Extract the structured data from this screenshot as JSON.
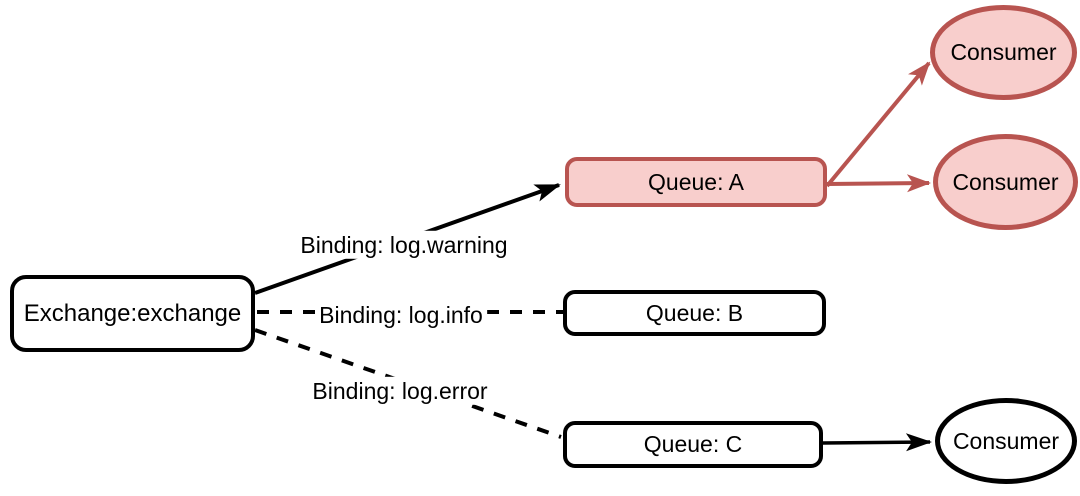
{
  "diagram": {
    "type": "message-broker-topology",
    "nodes": {
      "exchange": {
        "label": "Exchange:exchange",
        "shape": "rounded-rect",
        "fill": "#ffffff",
        "stroke": "#000000"
      },
      "queue_a": {
        "label": "Queue: A",
        "shape": "rounded-rect",
        "fill": "#f8cecc",
        "stroke": "#b85450",
        "highlighted": true
      },
      "queue_b": {
        "label": "Queue: B",
        "shape": "rounded-rect",
        "fill": "#ffffff",
        "stroke": "#000000"
      },
      "queue_c": {
        "label": "Queue: C",
        "shape": "rounded-rect",
        "fill": "#ffffff",
        "stroke": "#000000"
      },
      "consumer_1": {
        "label": "Consumer",
        "shape": "ellipse",
        "fill": "#f8cecc",
        "stroke": "#b85450",
        "highlighted": true
      },
      "consumer_2": {
        "label": "Consumer",
        "shape": "ellipse",
        "fill": "#f8cecc",
        "stroke": "#b85450",
        "highlighted": true
      },
      "consumer_3": {
        "label": "Consumer",
        "shape": "ellipse",
        "fill": "#ffffff",
        "stroke": "#000000"
      }
    },
    "edges": [
      {
        "from": "exchange",
        "to": "queue_a",
        "style": "solid",
        "arrowhead": true,
        "color": "#000000",
        "label": "Binding: log.warning"
      },
      {
        "from": "exchange",
        "to": "queue_b",
        "style": "dashed",
        "arrowhead": false,
        "color": "#000000",
        "label": "Binding: log.info"
      },
      {
        "from": "exchange",
        "to": "queue_c",
        "style": "dashed",
        "arrowhead": false,
        "color": "#000000",
        "label": "Binding: log.error"
      },
      {
        "from": "queue_a",
        "to": "consumer_1",
        "style": "solid",
        "arrowhead": true,
        "color": "#b85450",
        "label": ""
      },
      {
        "from": "queue_a",
        "to": "consumer_2",
        "style": "solid",
        "arrowhead": true,
        "color": "#b85450",
        "label": ""
      },
      {
        "from": "queue_c",
        "to": "consumer_3",
        "style": "solid",
        "arrowhead": true,
        "color": "#000000",
        "label": ""
      }
    ],
    "colors": {
      "highlight_fill": "#f8cecc",
      "highlight_stroke": "#b85450",
      "default_stroke": "#000000",
      "default_fill": "#ffffff",
      "text": "#000000",
      "background": "#ffffff"
    }
  }
}
